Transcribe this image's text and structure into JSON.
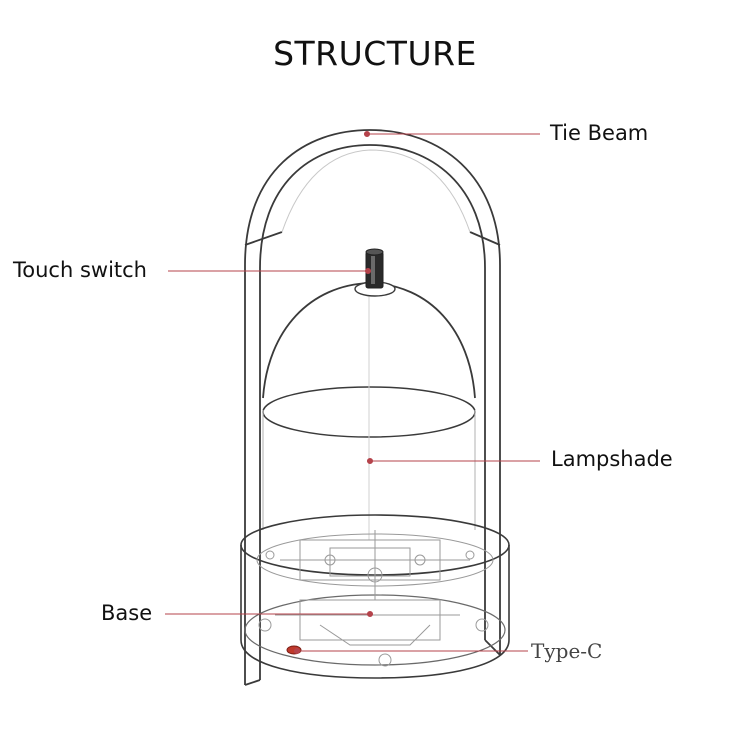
{
  "title": "STRUCTURE",
  "labels": {
    "tie_beam": "Tie Beam",
    "touch_switch": "Touch switch",
    "lampshade": "Lampshade",
    "base": "Base",
    "type_c": "Type-C"
  },
  "colors": {
    "leader_line": "#b5434b",
    "outline": "#3a3a3a",
    "faint": "#b9b9b9"
  }
}
